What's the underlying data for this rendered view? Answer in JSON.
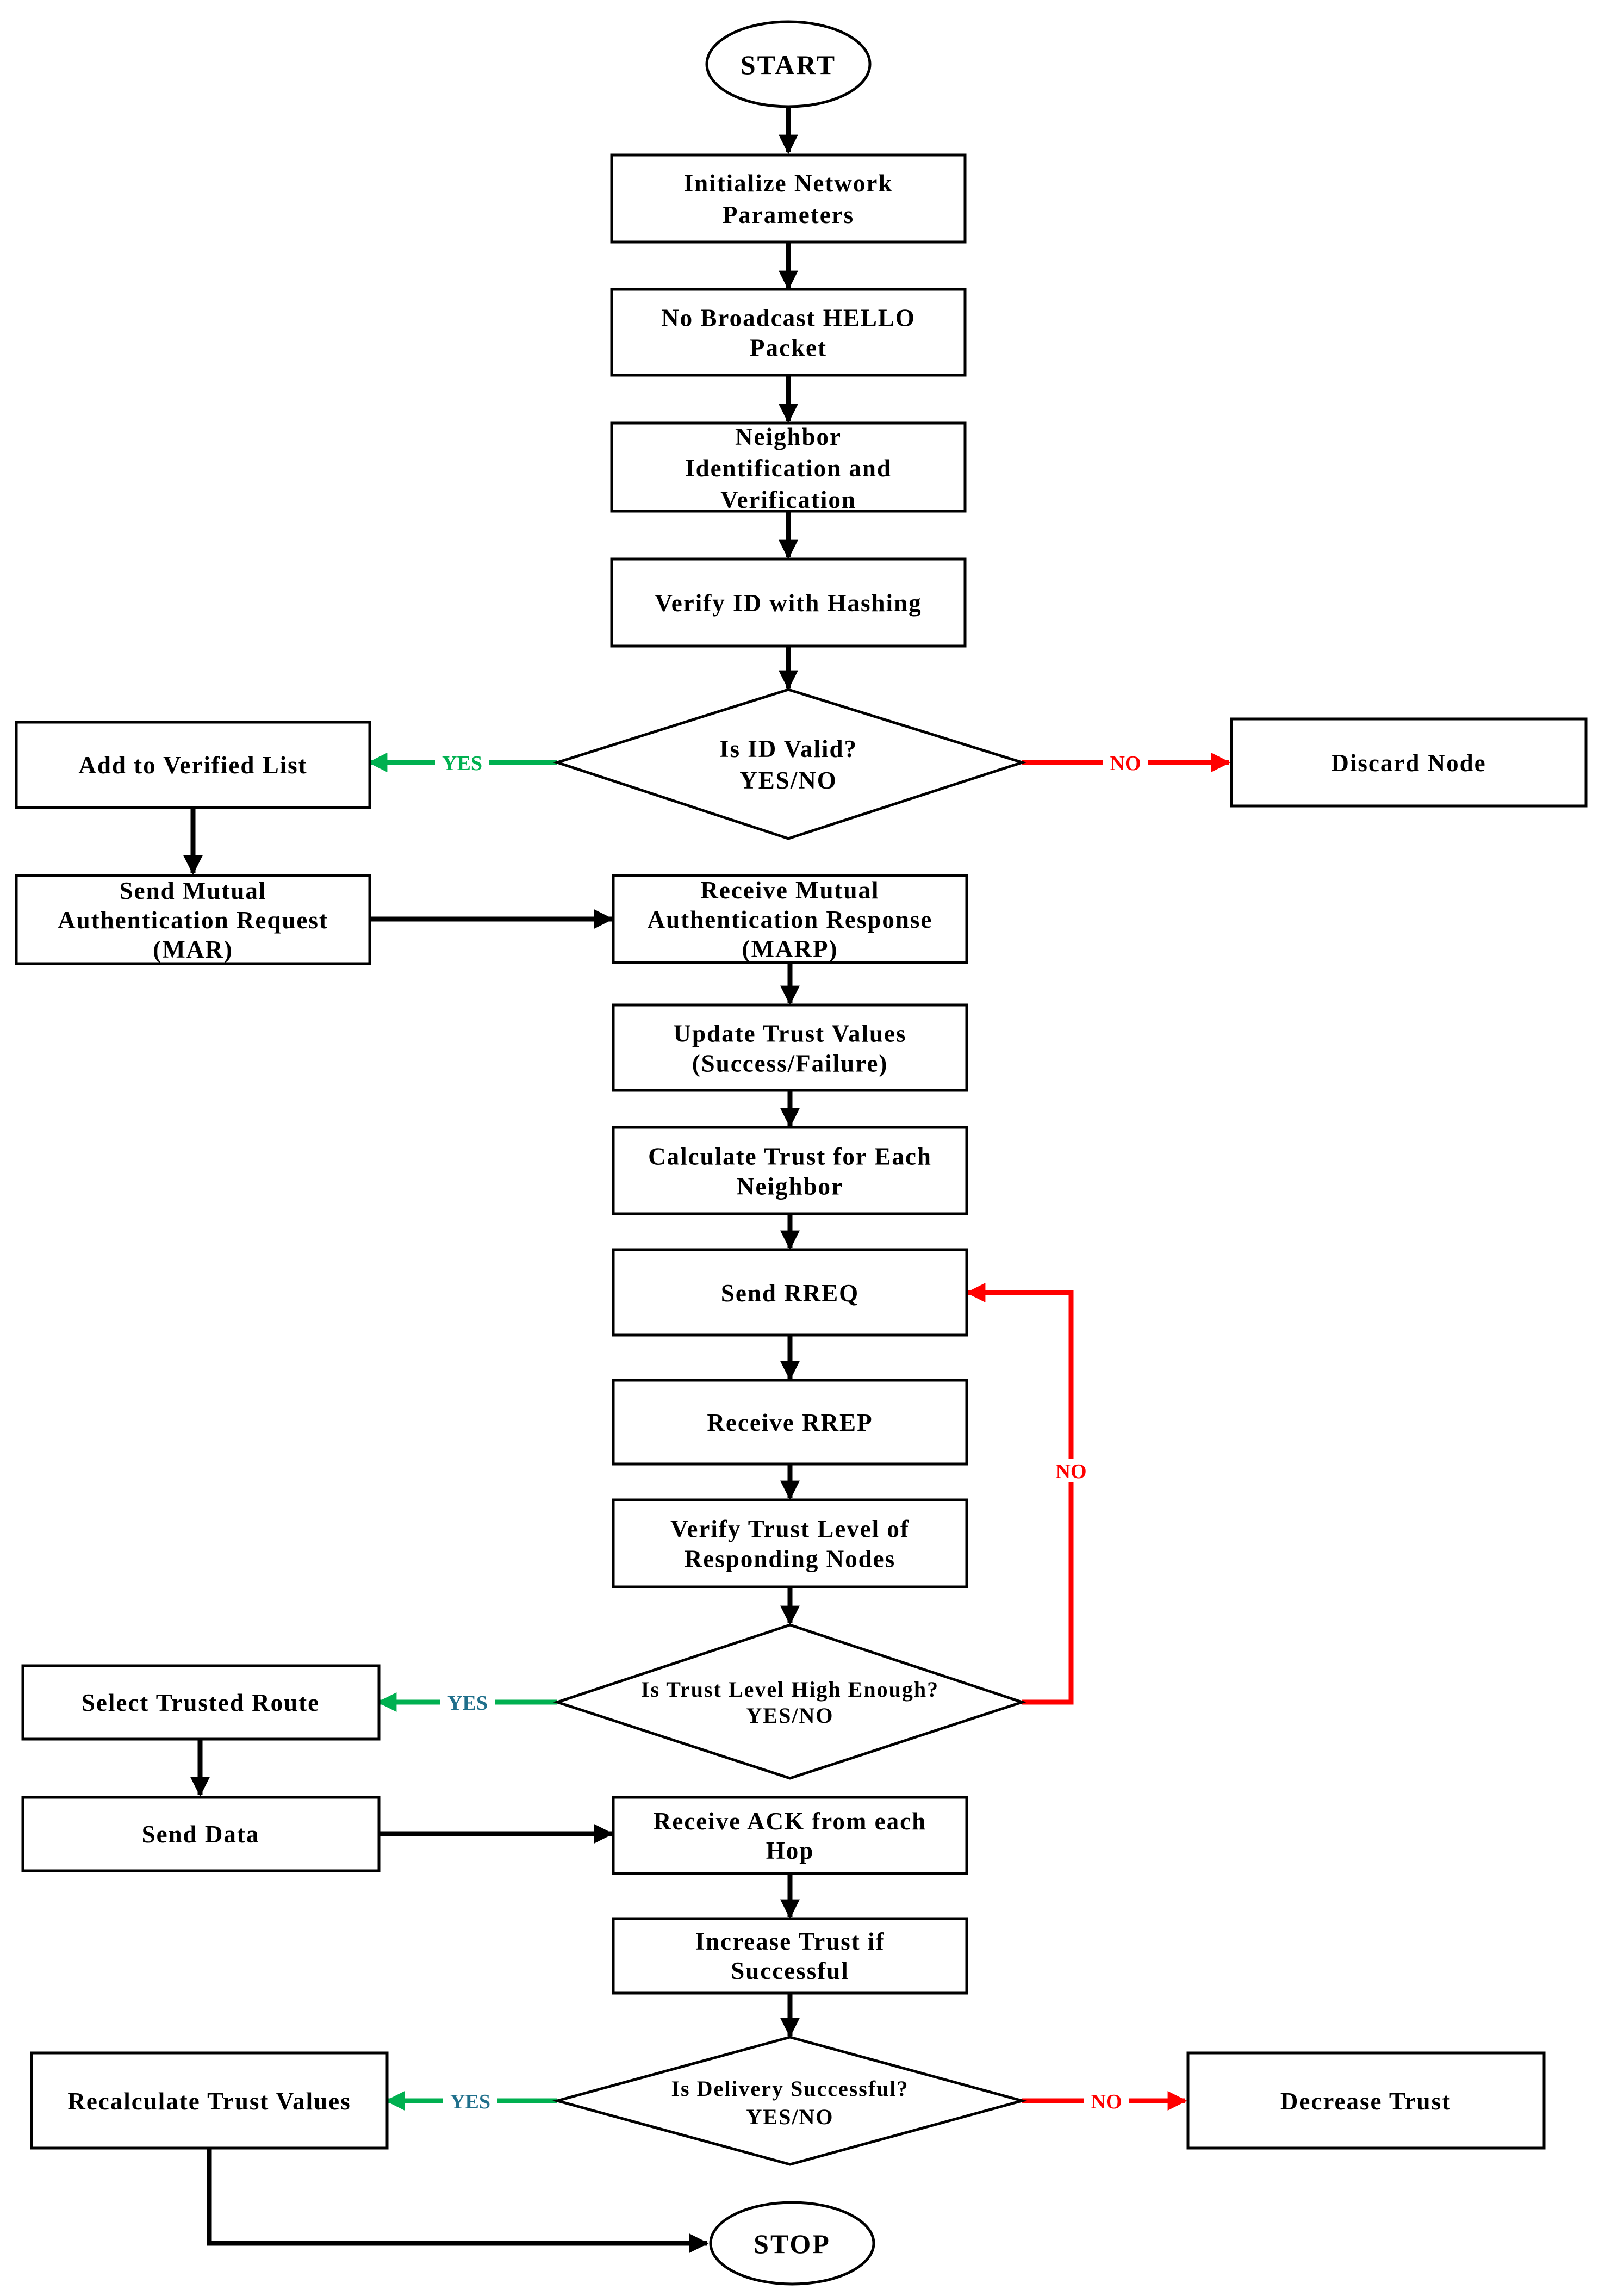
{
  "colors": {
    "stroke": "#000000",
    "arrow_black": "#000000",
    "arrow_yes": "#00b050",
    "arrow_no": "#ff0000",
    "label_yes": "#00b050",
    "label_yes_alt": "#1f6f8b",
    "label_no": "#ff0000"
  },
  "nodes": {
    "start": {
      "text": "START"
    },
    "init": {
      "lines": [
        "Initialize Network",
        "Parameters"
      ]
    },
    "hello": {
      "lines": [
        "No Broadcast HELLO",
        "Packet"
      ]
    },
    "neighbor": {
      "lines": [
        "Neighbor",
        "Identification and",
        "Verification"
      ]
    },
    "hashing": {
      "lines": [
        "Verify ID with Hashing"
      ]
    },
    "valid": {
      "lines": [
        "Is ID Valid?",
        "YES/NO"
      ]
    },
    "verified_list": {
      "lines": [
        "Add to Verified List"
      ]
    },
    "discard": {
      "lines": [
        "Discard Node"
      ]
    },
    "mar": {
      "lines": [
        "Send Mutual",
        "Authentication Request",
        "(MAR)"
      ]
    },
    "marp": {
      "lines": [
        "Receive Mutual",
        "Authentication Response",
        "(MARP)"
      ]
    },
    "update_trust": {
      "lines": [
        "Update Trust Values",
        "(Success/Failure)"
      ]
    },
    "calc_trust": {
      "lines": [
        "Calculate Trust for Each",
        "Neighbor"
      ]
    },
    "rreq": {
      "lines": [
        "Send RREQ"
      ]
    },
    "rrep": {
      "lines": [
        "Receive RREP"
      ]
    },
    "verify_trust": {
      "lines": [
        "Verify Trust Level of",
        "Responding Nodes"
      ]
    },
    "trust_high": {
      "lines": [
        "Is Trust Level High Enough?",
        "YES/NO"
      ]
    },
    "select_route": {
      "lines": [
        "Select Trusted Route"
      ]
    },
    "send_data": {
      "lines": [
        "Send Data"
      ]
    },
    "ack": {
      "lines": [
        "Receive ACK from each",
        "Hop"
      ]
    },
    "increase": {
      "lines": [
        "Increase Trust if",
        "Successful"
      ]
    },
    "delivery": {
      "lines": [
        "Is Delivery Successful?",
        "YES/NO"
      ]
    },
    "recalc": {
      "lines": [
        "Recalculate Trust Values"
      ]
    },
    "decrease": {
      "lines": [
        "Decrease Trust"
      ]
    },
    "stop": {
      "text": "STOP"
    }
  },
  "edge_labels": {
    "valid_yes": "YES",
    "valid_no": "NO",
    "trust_no": "NO",
    "trust_yes": "YES",
    "delivery_yes": "YES",
    "delivery_no": "NO"
  }
}
